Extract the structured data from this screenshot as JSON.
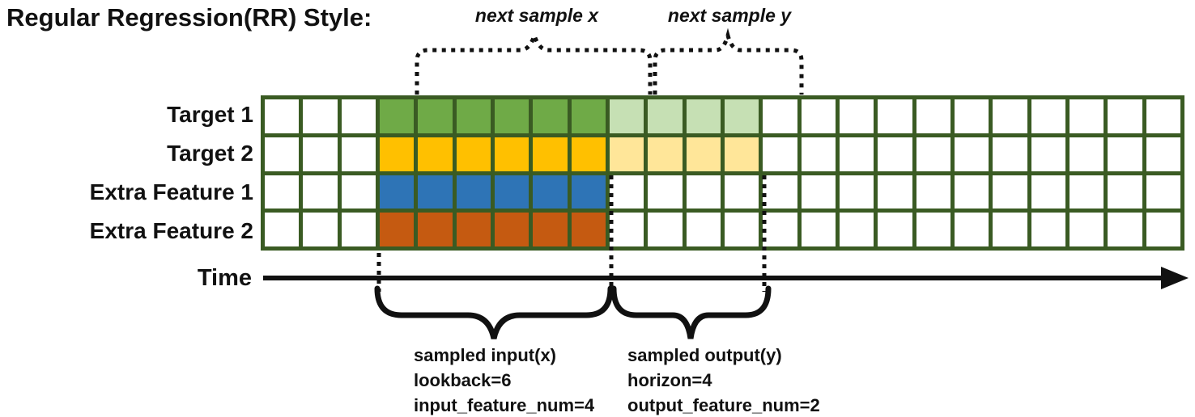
{
  "title": "Regular Regression(RR) Style:",
  "annotations": {
    "next_sample_x": "next sample x",
    "next_sample_y": "next sample y"
  },
  "rows": [
    {
      "label": "Target 1",
      "segments": [
        {
          "count": 3,
          "color": "#FFFFFF"
        },
        {
          "count": 6,
          "color": "#6FAA47"
        },
        {
          "count": 4,
          "color": "#C6E0B4"
        },
        {
          "count": 11,
          "color": "#FFFFFF"
        }
      ]
    },
    {
      "label": "Target 2",
      "segments": [
        {
          "count": 3,
          "color": "#FFFFFF"
        },
        {
          "count": 6,
          "color": "#FFC000"
        },
        {
          "count": 4,
          "color": "#FFE699"
        },
        {
          "count": 11,
          "color": "#FFFFFF"
        }
      ]
    },
    {
      "label": "Extra Feature 1",
      "segments": [
        {
          "count": 3,
          "color": "#FFFFFF"
        },
        {
          "count": 6,
          "color": "#2E74B6"
        },
        {
          "count": 15,
          "color": "#FFFFFF"
        }
      ]
    },
    {
      "label": "Extra Feature 2",
      "segments": [
        {
          "count": 3,
          "color": "#FFFFFF"
        },
        {
          "count": 6,
          "color": "#C55A11"
        },
        {
          "count": 15,
          "color": "#FFFFFF"
        }
      ]
    }
  ],
  "grid": {
    "columns": 24,
    "row_count": 4,
    "border_color": "#3A5B23",
    "lookback_columns": 6,
    "horizon_columns": 4,
    "leading_empty_columns": 3
  },
  "time_axis": {
    "label": "Time"
  },
  "sample_annotations": {
    "input": {
      "lines": [
        "sampled input(x)",
        "lookback=6",
        "input_feature_num=4"
      ]
    },
    "output": {
      "lines": [
        "sampled output(y)",
        "horizon=4",
        "output_feature_num=2"
      ]
    }
  },
  "colors": {
    "target1_input": "#6FAA47",
    "target1_output": "#C6E0B4",
    "target2_input": "#FFC000",
    "target2_output": "#FFE699",
    "extra_feature1_input": "#2E74B6",
    "extra_feature2_input": "#C55A11",
    "grid_border": "#3A5B23",
    "ink": "#111111"
  }
}
